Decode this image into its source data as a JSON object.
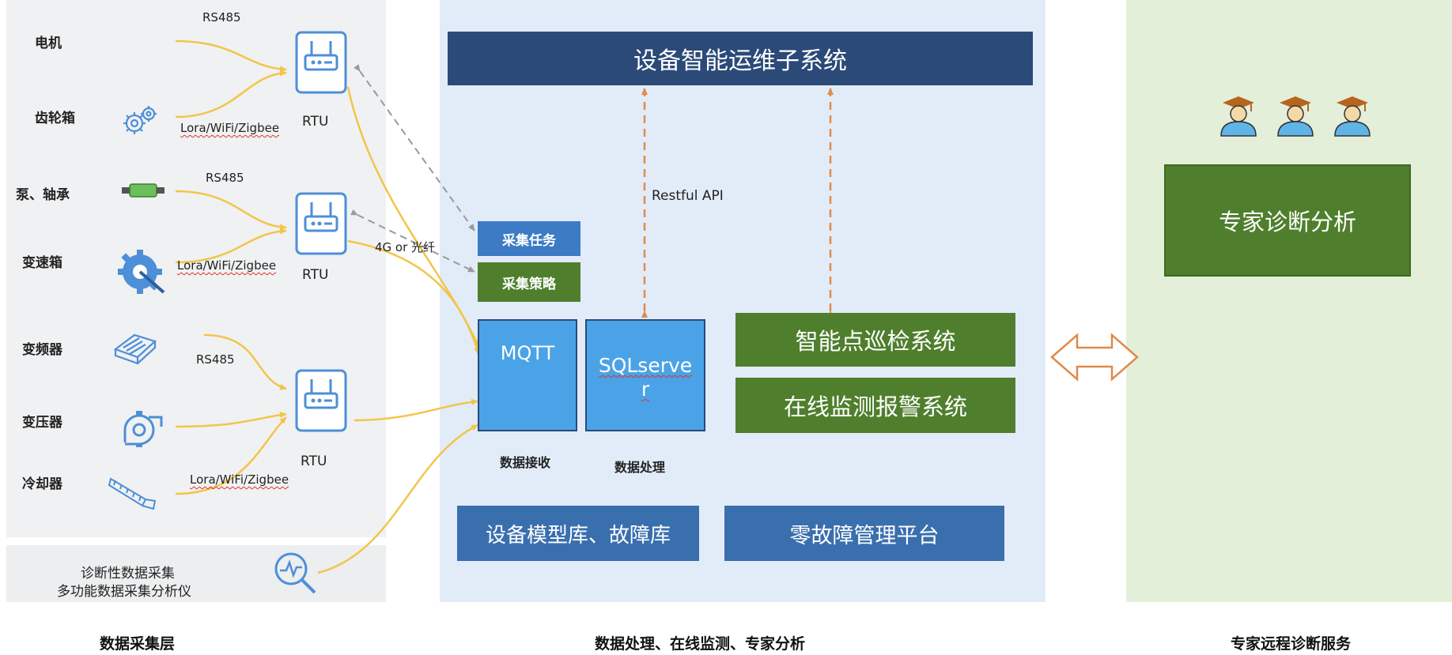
{
  "colors": {
    "left_panel_bg": "#f0f1f2",
    "left_diag_bg": "#eceeef",
    "center_panel_bg": "#e2ecf8",
    "right_panel_bg": "#e4efda",
    "navy": "#2b4a78",
    "steel_blue": "#3a6fae",
    "sky_blue": "#4aa3e6",
    "green": "#4f7f2d",
    "task_blue": "#3d7bc4",
    "orange_dashed": "#e08a4a",
    "yellow_line": "#f2c54a",
    "gray_dashed": "#9a9a9a",
    "icon_blue": "#4d8fd8"
  },
  "left": {
    "devices": [
      "电机",
      "齿轮箱",
      "泵、轴承",
      "变速箱",
      "变频器",
      "变压器",
      "冷却器"
    ],
    "protocols": {
      "rs485_1": "RS485",
      "lora_1": "Lora/WiFi/Zigbee",
      "rs485_2": "RS485",
      "lora_2": "Lora/WiFi/Zigbee",
      "rs485_3": "RS485",
      "lora_3": "Lora/WiFi/Zigbee"
    },
    "rtu_labels": [
      "RTU",
      "RTU",
      "RTU"
    ],
    "diag_line1": "诊断性数据采集",
    "diag_line2": "多功能数据采集分析仪",
    "link_label": "4G or 光纤",
    "footer": "数据采集层"
  },
  "center": {
    "top_system": "设备智能运维子系统",
    "api_label": "Restful API",
    "task": "采集任务",
    "strategy": "采集策略",
    "mqtt": "MQTT",
    "sql_line1": "SQLserve",
    "sql_line2": "r",
    "recv_label": "数据接收",
    "proc_label": "数据处理",
    "inspection": "智能点巡检系统",
    "monitoring": "在线监测报警系统",
    "model_lib": "设备模型库、故障库",
    "zero_fault": "零故障管理平台",
    "footer": "数据处理、在线监测、专家分析"
  },
  "right": {
    "expert_box": "专家诊断分析",
    "footer": "专家远程诊断服务"
  }
}
